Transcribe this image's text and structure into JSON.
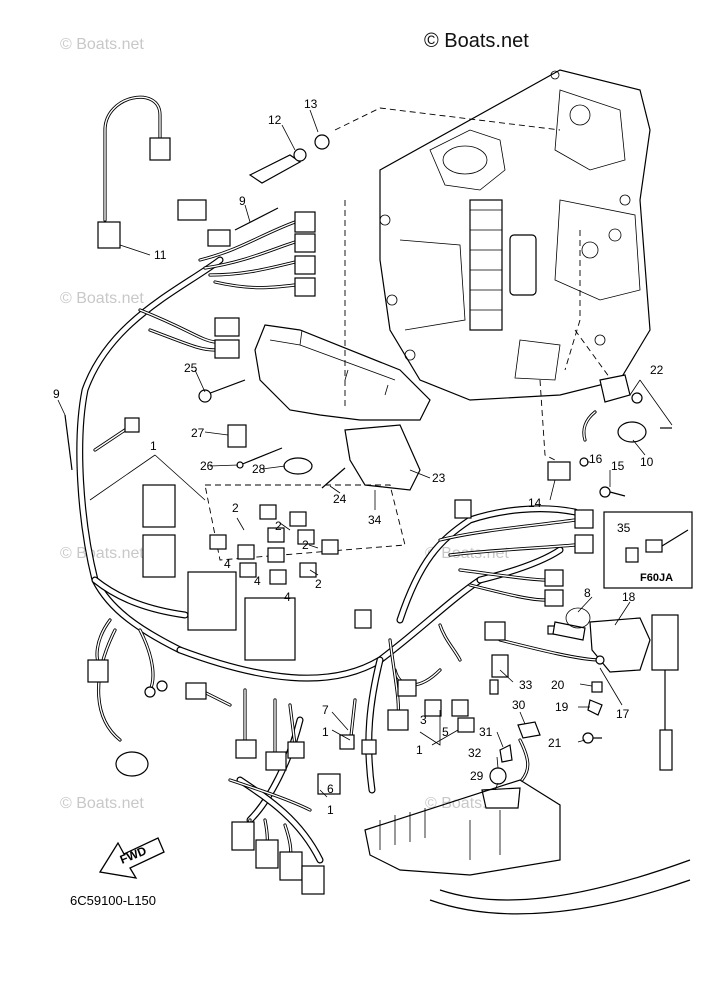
{
  "copyright": "© Boats.net",
  "watermark": "© Boats.net",
  "diagram_code": "6C59100-L150",
  "fwd_label": "FWD",
  "inset": {
    "label": "F60JA",
    "callout": "35"
  },
  "callouts": {
    "c1a": "1",
    "c1b": "1",
    "c1c": "1",
    "c1d": "1",
    "c2a": "2",
    "c2b": "2",
    "c2c": "2",
    "c2d": "2",
    "c3": "3",
    "c4a": "4",
    "c4b": "4",
    "c4c": "4",
    "c5": "5",
    "c6": "6",
    "c7": "7",
    "c8": "8",
    "c9a": "9",
    "c9b": "9",
    "c10": "10",
    "c11": "11",
    "c12": "12",
    "c13": "13",
    "c14": "14",
    "c15": "15",
    "c16": "16",
    "c17": "17",
    "c18": "18",
    "c19": "19",
    "c20": "20",
    "c21": "21",
    "c22": "22",
    "c23": "23",
    "c24": "24",
    "c25": "25",
    "c26": "26",
    "c27": "27",
    "c28": "28",
    "c29": "29",
    "c30": "30",
    "c31": "31",
    "c32": "32",
    "c33": "33",
    "c34": "34"
  }
}
